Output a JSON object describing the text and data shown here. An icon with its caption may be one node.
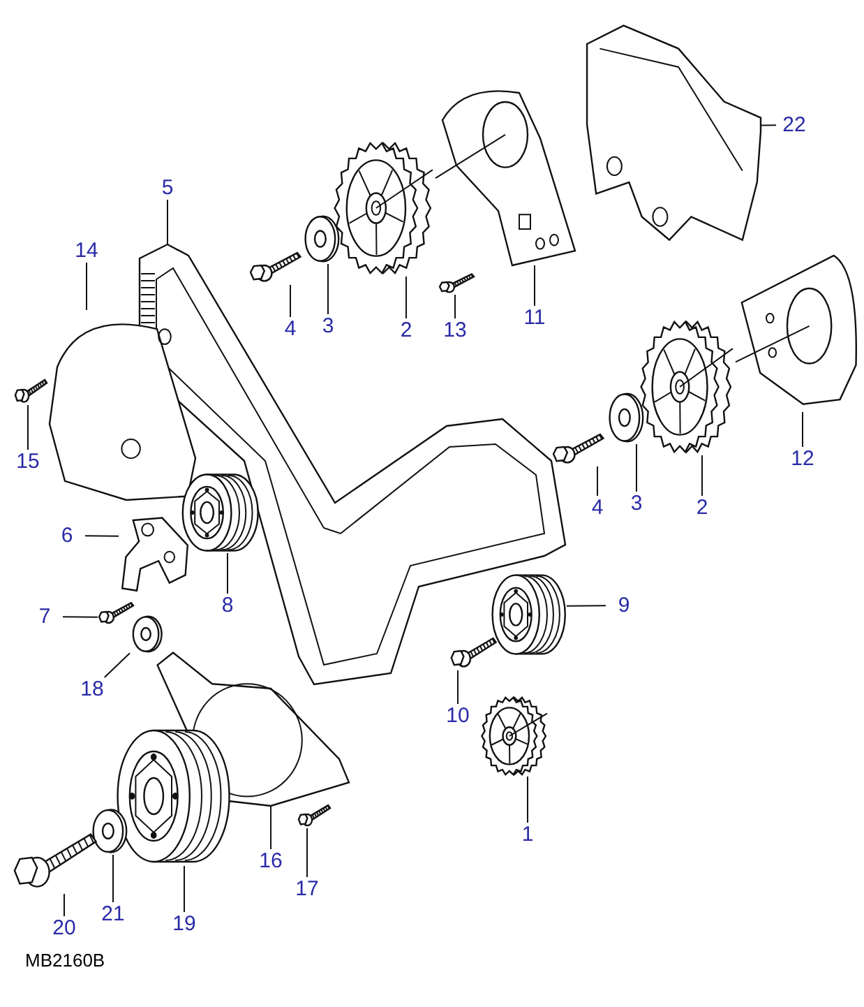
{
  "diagram": {
    "nodes": [
      {
        "text": [
          "22"
        ]
      },
      {
        "text": [],
        "shape": "picture"
      },
      {
        "text": [
          "5"
        ]
      },
      {
        "text": [],
        "shape": "picture"
      },
      {
        "text": [
          "14"
        ]
      },
      {
        "text": [],
        "shape": "picture"
      },
      {
        "text": [
          "11"
        ]
      },
      {
        "text": [],
        "shape": "picture"
      },
      {
        "text": [
          "2"
        ]
      },
      {
        "text": [],
        "shape": "picture"
      },
      {
        "text": [
          "3"
        ]
      },
      {
        "text": [],
        "shape": "picture"
      },
      {
        "text": [
          "4"
        ]
      },
      {
        "text": [],
        "shape": "picture"
      },
      {
        "text": [
          "13"
        ]
      },
      {
        "text": [],
        "shape": "picture"
      },
      {
        "text": [
          "15"
        ]
      },
      {
        "text": [],
        "shape": "picture"
      },
      {
        "text": [
          "12"
        ]
      },
      {
        "text": [],
        "shape": "picture"
      },
      {
        "text": [
          "2"
        ]
      },
      {
        "text": [],
        "shape": "picture"
      },
      {
        "text": [
          "3"
        ]
      },
      {
        "text": [],
        "shape": "picture"
      },
      {
        "text": [
          "4"
        ]
      },
      {
        "text": [],
        "shape": "picture"
      },
      {
        "text": [
          "6"
        ]
      },
      {
        "text": [],
        "shape": "picture"
      },
      {
        "text": [
          "8"
        ]
      },
      {
        "text": [],
        "shape": "picture"
      },
      {
        "text": [
          "9"
        ]
      },
      {
        "text": [],
        "shape": "picture"
      },
      {
        "text": [
          "7"
        ]
      },
      {
        "text": [],
        "shape": "picture"
      },
      {
        "text": [
          "18"
        ]
      },
      {
        "text": [],
        "shape": "picture"
      },
      {
        "text": [
          "10"
        ]
      },
      {
        "text": [],
        "shape": "picture"
      },
      {
        "text": [
          "16"
        ]
      },
      {
        "text": [],
        "shape": "picture"
      },
      {
        "text": [
          "1"
        ]
      },
      {
        "text": [],
        "shape": "picture"
      },
      {
        "text": [
          "17"
        ]
      },
      {
        "text": [],
        "shape": "picture"
      },
      {
        "text": [
          "19"
        ]
      },
      {
        "text": [],
        "shape": "picture"
      },
      {
        "text": [
          "21"
        ]
      },
      {
        "text": [],
        "shape": "picture"
      },
      {
        "text": [
          "20"
        ]
      },
      {
        "text": [],
        "shape": "picture"
      }
    ],
    "edges": [
      {
        "from": 0,
        "to": 1,
        "arrow": "none"
      },
      {
        "from": 2,
        "to": 3,
        "arrow": "none"
      },
      {
        "from": 4,
        "to": 5,
        "arrow": "none"
      },
      {
        "from": 6,
        "to": 7,
        "arrow": "none"
      },
      {
        "from": 8,
        "to": 9,
        "arrow": "none"
      },
      {
        "from": 10,
        "to": 11,
        "arrow": "none"
      },
      {
        "from": 12,
        "to": 13,
        "arrow": "none"
      },
      {
        "from": 14,
        "to": 15,
        "arrow": "none"
      },
      {
        "from": 16,
        "to": 17,
        "arrow": "none"
      },
      {
        "from": 18,
        "to": 19,
        "arrow": "none"
      },
      {
        "from": 20,
        "to": 21,
        "arrow": "none"
      },
      {
        "from": 22,
        "to": 23,
        "arrow": "none"
      },
      {
        "from": 24,
        "to": 25,
        "arrow": "none"
      },
      {
        "from": 26,
        "to": 27,
        "arrow": "none"
      },
      {
        "from": 28,
        "to": 29,
        "arrow": "none"
      },
      {
        "from": 30,
        "to": 31,
        "arrow": "none"
      },
      {
        "from": 32,
        "to": 33,
        "arrow": "none"
      },
      {
        "from": 34,
        "to": 35,
        "arrow": "none"
      },
      {
        "from": 36,
        "to": 37,
        "arrow": "none"
      },
      {
        "from": 38,
        "to": 39,
        "arrow": "none"
      },
      {
        "from": 40,
        "to": 41,
        "arrow": "none"
      },
      {
        "from": 42,
        "to": 43,
        "arrow": "none"
      },
      {
        "from": 44,
        "to": 45,
        "arrow": "none"
      },
      {
        "from": 46,
        "to": 47,
        "arrow": "none"
      },
      {
        "from": 48,
        "to": 49,
        "arrow": "none"
      }
    ],
    "labels": [
      "MB2160B"
    ]
  }
}
